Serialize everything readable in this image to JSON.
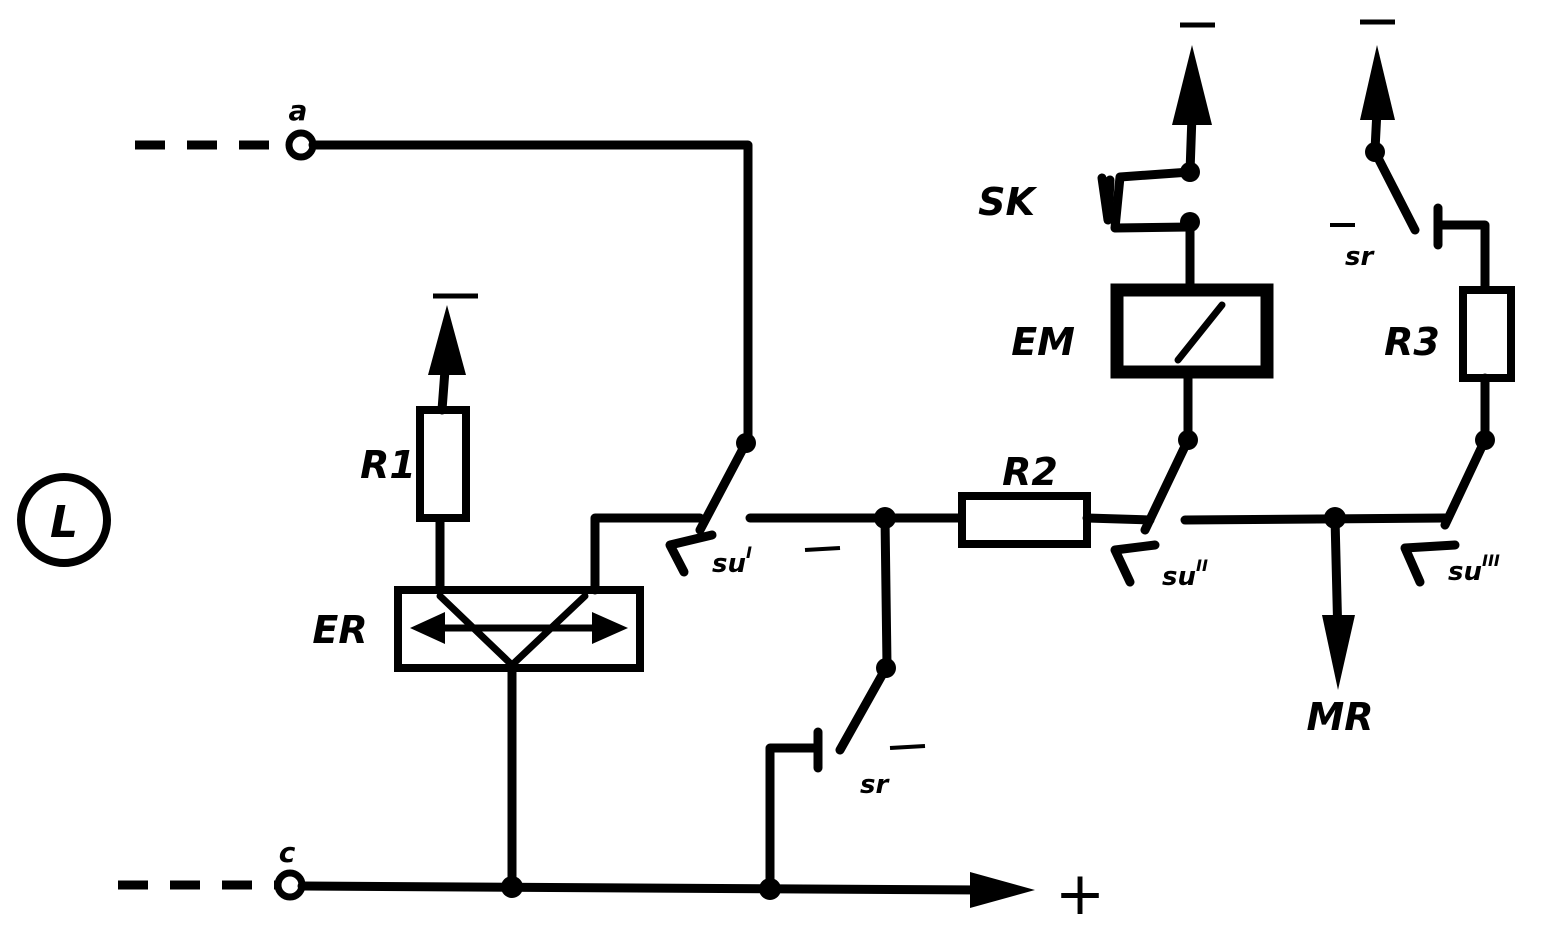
{
  "labels": {
    "circle": "L",
    "terminal_a": "a",
    "terminal_c": "c",
    "r1": "R1",
    "r2": "R2",
    "r3": "R3",
    "er": "ER",
    "em": "EM",
    "sk": "SK",
    "mr": "MR",
    "su1": "su",
    "su1_sup": "I",
    "su2": "su",
    "su2_sup": "II",
    "su3": "su",
    "su3_sup": "III",
    "sr_lower": "sr",
    "sr_upper": "sr",
    "plus": "+",
    "minus": "−"
  }
}
